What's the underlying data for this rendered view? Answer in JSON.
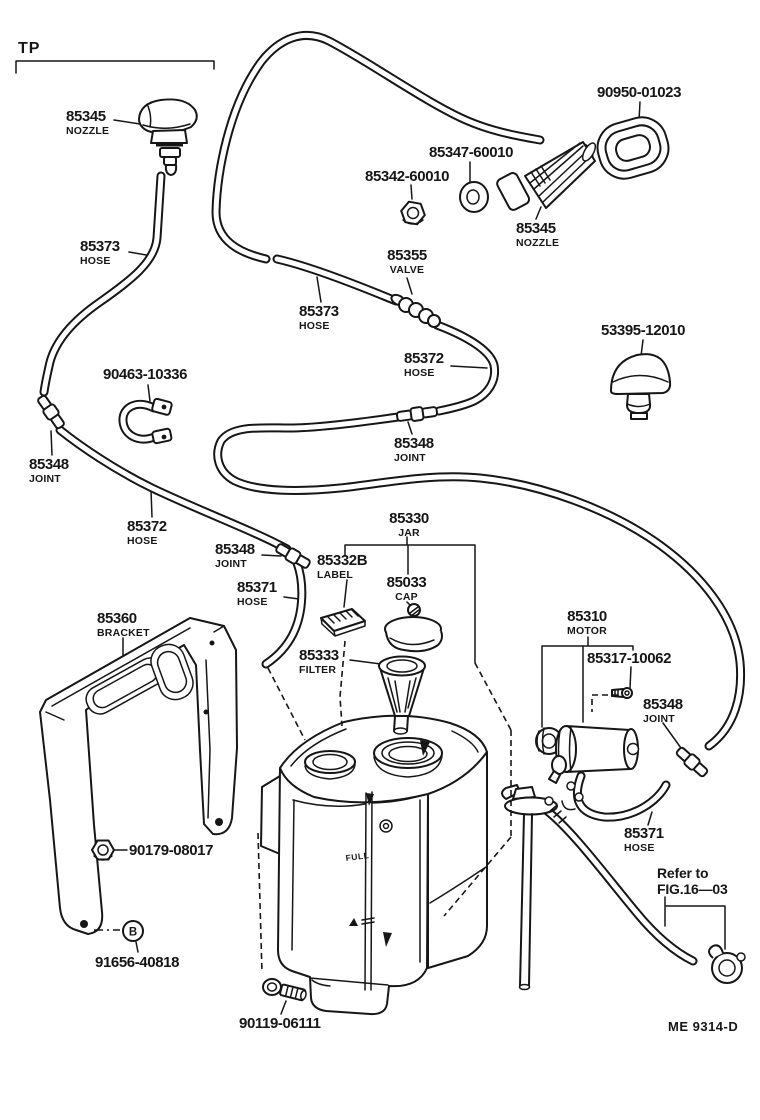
{
  "page": {
    "bg": "#ffffff",
    "ink": "#161616"
  },
  "corner_tag": "TP",
  "drawing_code": "ME 9314-D",
  "callout_b": "B",
  "tank_marks": {
    "full": "FULL"
  },
  "refer_note": {
    "line1": "Refer to",
    "line2": "FIG.16—03"
  },
  "labels": [
    {
      "num": "85345",
      "sub": "NOZZLE"
    },
    {
      "num": "85373",
      "sub": "HOSE"
    },
    {
      "num": "90950-01023"
    },
    {
      "num": "85347-60010"
    },
    {
      "num": "85342-60010"
    },
    {
      "num": "85345",
      "sub": "NOZZLE"
    },
    {
      "num": "85355",
      "sub": "VALVE"
    },
    {
      "num": "85373",
      "sub": "HOSE"
    },
    {
      "num": "53395-12010"
    },
    {
      "num": "85372",
      "sub": "HOSE"
    },
    {
      "num": "85348",
      "sub": "JOINT"
    },
    {
      "num": "90463-10336"
    },
    {
      "num": "85348",
      "sub": "JOINT"
    },
    {
      "num": "85372",
      "sub": "HOSE"
    },
    {
      "num": "85348",
      "sub": "JOINT"
    },
    {
      "num": "85371",
      "sub": "HOSE"
    },
    {
      "num": "85360",
      "sub": "BRACKET"
    },
    {
      "num": "85330",
      "sub": "JAR"
    },
    {
      "num": "85332B",
      "sub": "LABEL"
    },
    {
      "num": "85033",
      "sub": "CAP"
    },
    {
      "num": "85333",
      "sub": "FILTER"
    },
    {
      "num": "85310",
      "sub": "MOTOR"
    },
    {
      "num": "85317-10062"
    },
    {
      "num": "85348",
      "sub": "JOINT"
    },
    {
      "num": "85371",
      "sub": "HOSE"
    },
    {
      "num": "90179-08017"
    },
    {
      "num": "91656-40818"
    },
    {
      "num": "90119-06111"
    }
  ]
}
